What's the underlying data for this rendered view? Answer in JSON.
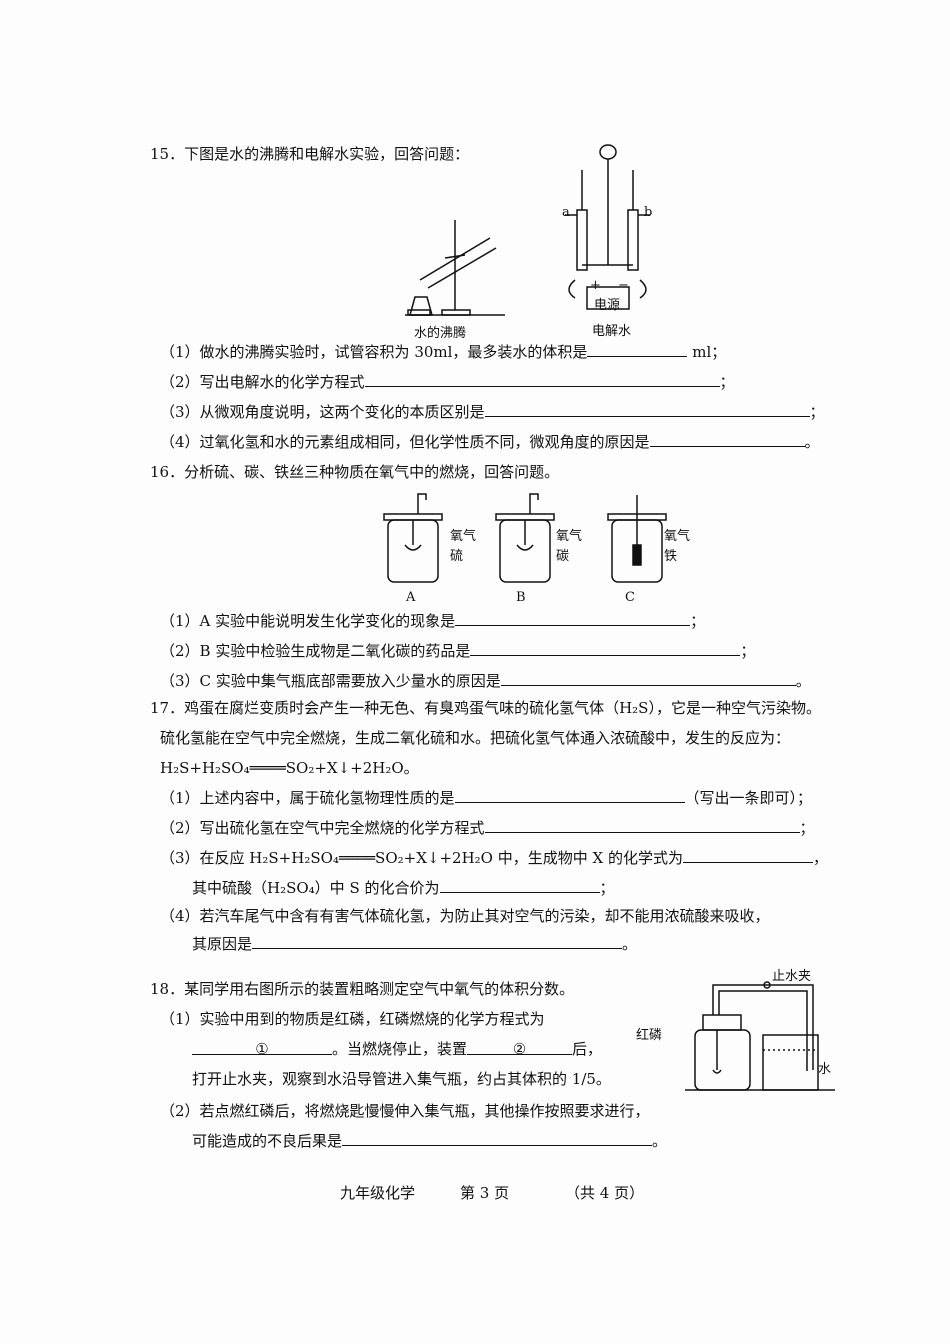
{
  "q15": {
    "stem": "15．下图是水的沸腾和电解水实验，回答问题：",
    "fig_boil": "水的沸腾",
    "fig_elec": "电解水",
    "label_a": "a",
    "label_b": "b",
    "power": "电源",
    "plus": "+",
    "minus": "−",
    "items": [
      "（1）做水的沸腾实验时，试管容积为 30ml，最多装水的体积是",
      "（2）写出电解水的化学方程式",
      "（3）从微观角度说明，这两个变化的本质区别是",
      "（4）过氧化氢和水的元素组成相同，但化学性质不同，微观角度的原因是"
    ],
    "unit": "ml；",
    "semi": "；",
    "period": "。"
  },
  "q16": {
    "stem": "16．分析硫、碳、铁丝三种物质在氧气中的燃烧，回答问题。",
    "figs": [
      {
        "gas": "氧气",
        "sub": "硫",
        "label": "A"
      },
      {
        "gas": "氧气",
        "sub": "碳",
        "label": "B"
      },
      {
        "gas": "氧气",
        "sub": "铁",
        "label": "C"
      }
    ],
    "items": [
      "（1）A 实验中能说明发生化学变化的现象是",
      "（2）B 实验中检验生成物是二氧化碳的药品是",
      "（3）C 实验中集气瓶底部需要放入少量水的原因是"
    ],
    "semi": "；",
    "period": "。"
  },
  "q17": {
    "stem1": "17．鸡蛋在腐烂变质时会产生一种无色、有臭鸡蛋气味的硫化氢气体（H₂S），它是一种空气污染物。",
    "stem2": "硫化氢能在空气中完全燃烧，生成二氧化硫和水。把硫化氢气体通入浓硫酸中，发生的反应为：",
    "equation": "H₂S+H₂SO₄════SO₂+X↓+2H₂O。",
    "item1": "（1）上述内容中，属于硫化氢物理性质的是",
    "item1_tail": "（写出一条即可）；",
    "item2": "（2）写出硫化氢在空气中完全燃烧的化学方程式",
    "item3": "（3）在反应 H₂S+H₂SO₄════SO₂+X↓+2H₂O 中，生成物中 X 的化学式为",
    "item3b": "其中硫酸（H₂SO₄）中 S 的化合价为",
    "item4": "（4）若汽车尾气中含有有害气体硫化氢，为防止其对空气的污染，却不能用浓硫酸来吸收，",
    "item4b": "其原因是",
    "semi": "；",
    "comma": "，",
    "period": "。"
  },
  "q18": {
    "stem": "18．某同学用右图所示的装置粗略测定空气中氧气的体积分数。",
    "item1": "（1）实验中用到的物质是红磷，红磷燃烧的化学方程式为",
    "mark1": "①",
    "mid1": "。当燃烧停止，装置",
    "mark2": "②",
    "tail1": "后，",
    "item1c": "打开止水夹，观察到水沿导管进入集气瓶，约占其体积的 1/5。",
    "item2": "（2）若点燃红磷后，将燃烧匙慢慢伸入集气瓶，其他操作按照要求进行，",
    "item2b": "可能造成的不良后果是",
    "period": "。",
    "fig_clamp": "止水夹",
    "fig_p": "红磷",
    "fig_water": "水"
  },
  "footer": {
    "subject": "九年级化学",
    "page": "第 3 页",
    "total": "（共 4 页）"
  }
}
